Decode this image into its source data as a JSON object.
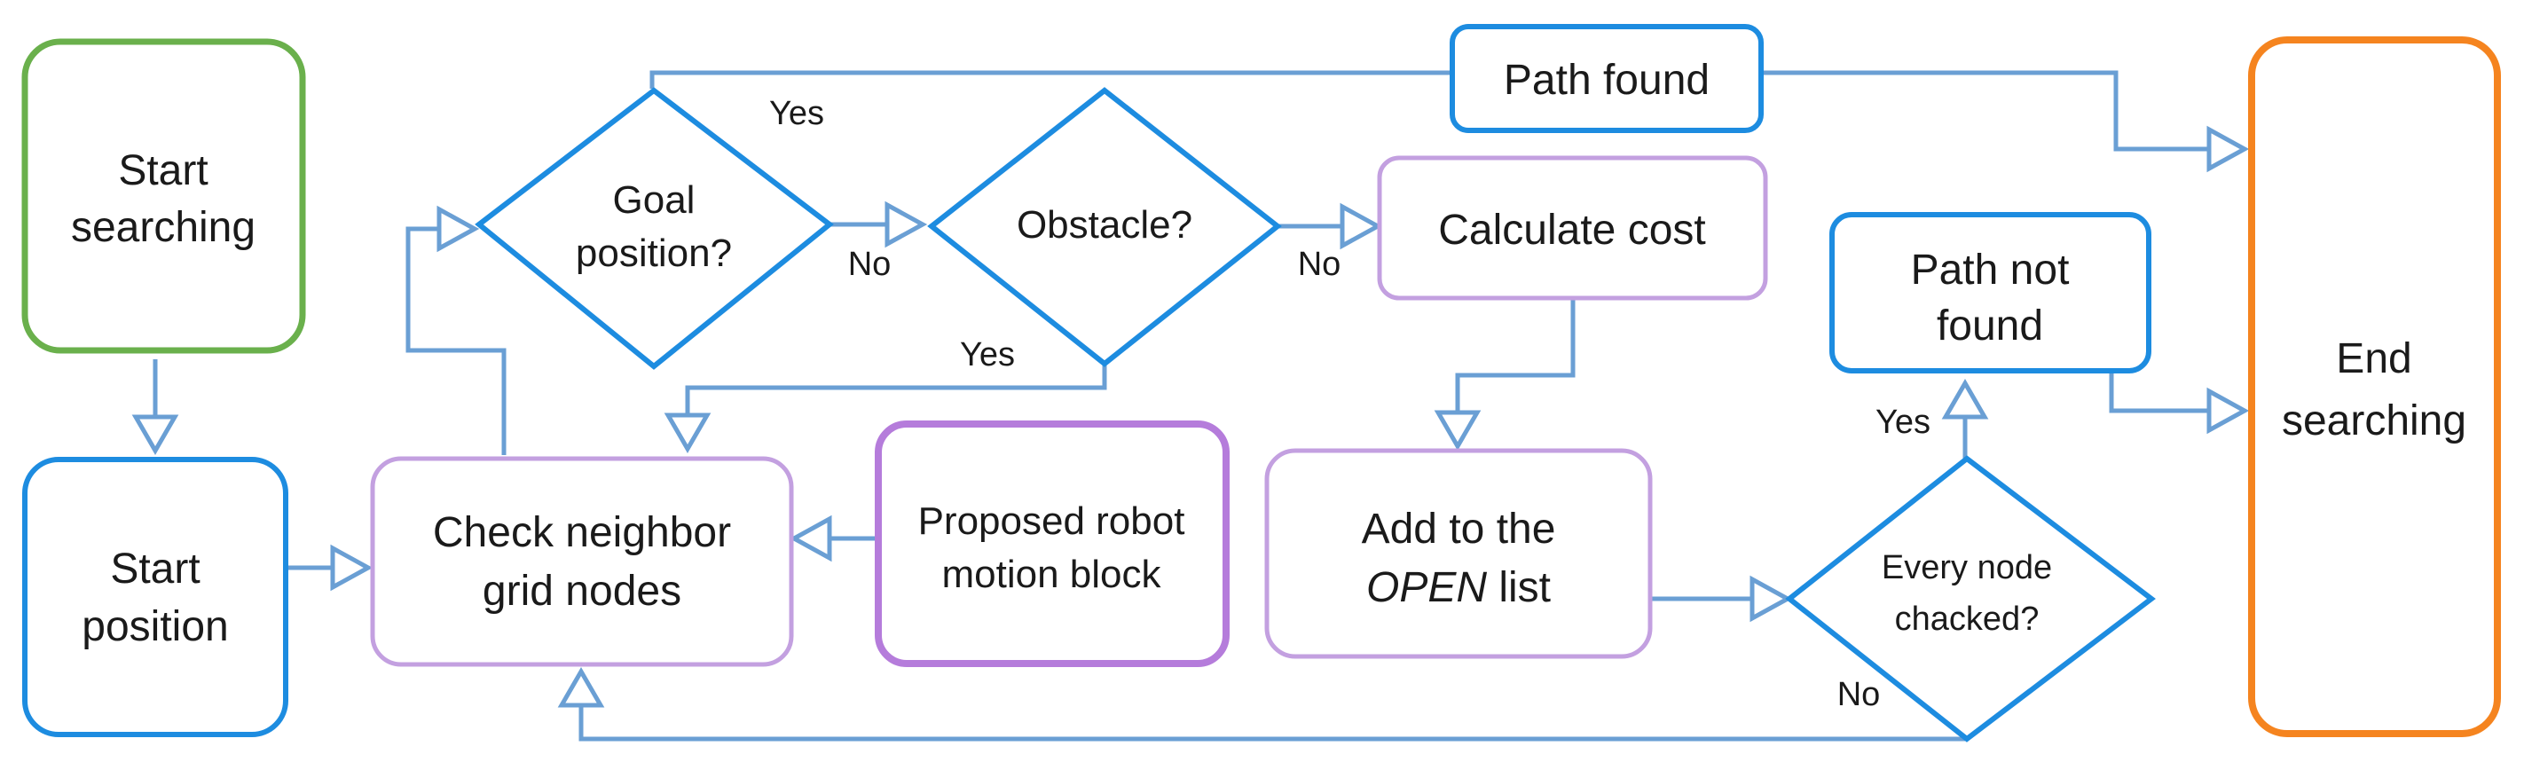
{
  "nodes": {
    "start_searching": {
      "line1": "Start",
      "line2": "searching"
    },
    "start_position": {
      "line1": "Start",
      "line2": "position"
    },
    "check_neighbor": {
      "line1": "Check neighbor",
      "line2": "grid nodes"
    },
    "proposed_block": {
      "line1": "Proposed robot",
      "line2": "motion block"
    },
    "goal_position": {
      "line1": "Goal",
      "line2": "position?"
    },
    "obstacle": {
      "line1": "Obstacle?"
    },
    "calculate_cost": {
      "line1": "Calculate cost"
    },
    "add_open": {
      "line1": "Add to the",
      "italic": "OPEN",
      "rest": " list"
    },
    "every_node": {
      "line1": "Every node",
      "line2": "chacked?"
    },
    "path_found": {
      "line1": "Path found"
    },
    "path_not_found": {
      "line1": "Path not",
      "line2": "found"
    },
    "end_searching": {
      "line1": "End",
      "line2": "searching"
    }
  },
  "edge_labels": {
    "goal_yes": "Yes",
    "goal_no": "No",
    "obstacle_no": "No",
    "obstacle_yes": "Yes",
    "every_yes": "Yes",
    "every_no": "No"
  },
  "colors": {
    "start_border": "#6ab04c",
    "io_border": "#1d8ce0",
    "process_border": "#c3a0e0",
    "proposed_border": "#b57cdb",
    "end_border": "#f5841f",
    "arrow": "#6a9fd4"
  }
}
